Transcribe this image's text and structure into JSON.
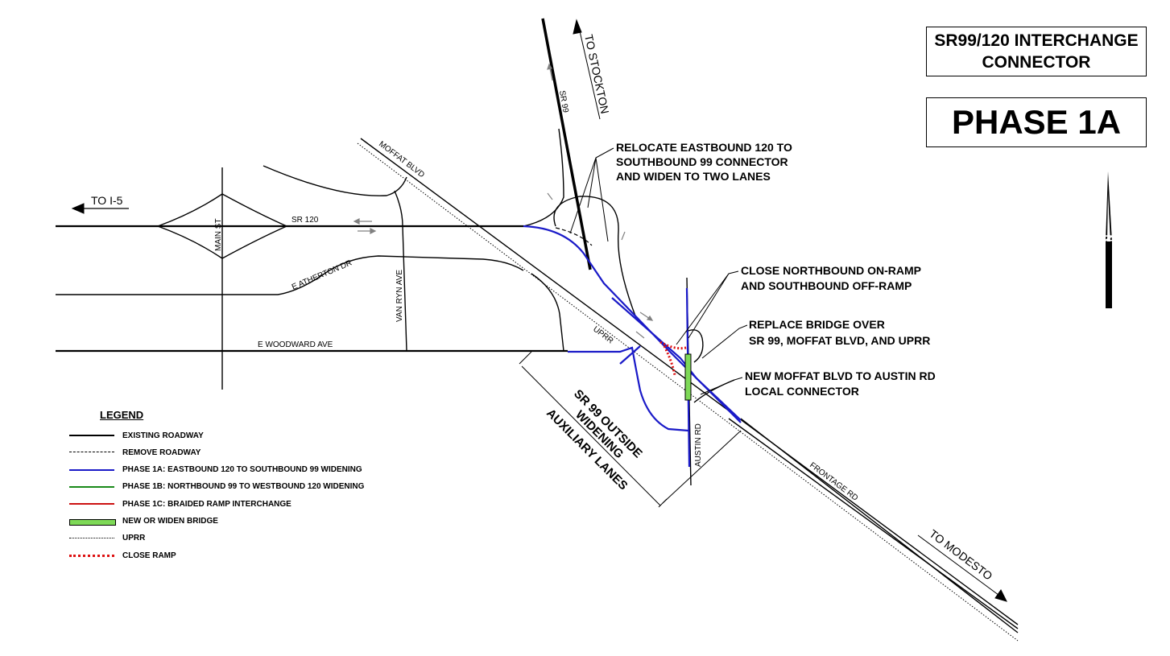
{
  "title": {
    "line1": "SR99/120 INTERCHANGE",
    "line2": "CONNECTOR",
    "phase": "PHASE 1A"
  },
  "colors": {
    "existing": "#000000",
    "phase_1a": "#1a1ac8",
    "phase_1b": "#1a8a1a",
    "phase_1c": "#cc1111",
    "bridge_fill": "#7ed957",
    "close_ramp": "#dd1111",
    "arrow_gray": "#808080"
  },
  "directions": {
    "to_i5": "TO  I-5",
    "to_stockton": "TO STOCKTON",
    "to_modesto": "TO MODESTO"
  },
  "roads": {
    "sr120": "SR 120",
    "sr99": "SR 99",
    "main_st": "MAIN ST",
    "moffat_blvd": "MOFFAT BLVD",
    "e_atherton_dr": "E ATHERTON DR",
    "van_ryn_ave": "VAN RYN AVE",
    "e_woodward_ave": "E WOODWARD AVE",
    "uprr": "UPRR",
    "austin_rd": "AUSTIN RD",
    "frontage_rd": "FRONTAGE RD"
  },
  "annotations": {
    "relocate": [
      "RELOCATE EASTBOUND 120 TO",
      "SOUTHBOUND 99 CONNECTOR",
      "AND WIDEN TO TWO LANES"
    ],
    "close": [
      "CLOSE NORTHBOUND ON-RAMP",
      "AND SOUTHBOUND OFF-RAMP"
    ],
    "replace": [
      "REPLACE BRIDGE OVER",
      "SR 99, MOFFAT BLVD, AND UPRR"
    ],
    "new_connector": [
      "NEW MOFFAT BLVD TO AUSTIN RD",
      "LOCAL  CONNECTOR"
    ],
    "widening": [
      "SR 99 OUTSIDE",
      "WIDENING",
      "AUXILIARY LANES"
    ]
  },
  "legend": {
    "title": "LEGEND",
    "items": [
      {
        "label": "EXISTING ROADWAY",
        "style": "solid",
        "color": "#000000"
      },
      {
        "label": "REMOVE ROADWAY",
        "style": "dashed",
        "color": "#000000"
      },
      {
        "label": "PHASE 1A: EASTBOUND 120 TO SOUTHBOUND 99 WIDENING",
        "style": "solid",
        "color": "#1a1ac8"
      },
      {
        "label": "PHASE 1B: NORTHBOUND 99 TO WESTBOUND 120 WIDENING",
        "style": "solid",
        "color": "#1a8a1a"
      },
      {
        "label": "PHASE 1C: BRAIDED RAMP INTERCHANGE",
        "style": "solid",
        "color": "#cc1111"
      },
      {
        "label": "NEW OR WIDEN BRIDGE",
        "style": "box",
        "color": "#7ed957"
      },
      {
        "label": "UPRR",
        "style": "dotted",
        "color": "#000000"
      },
      {
        "label": "CLOSE RAMP",
        "style": "reddotted",
        "color": "#dd1111"
      }
    ]
  }
}
